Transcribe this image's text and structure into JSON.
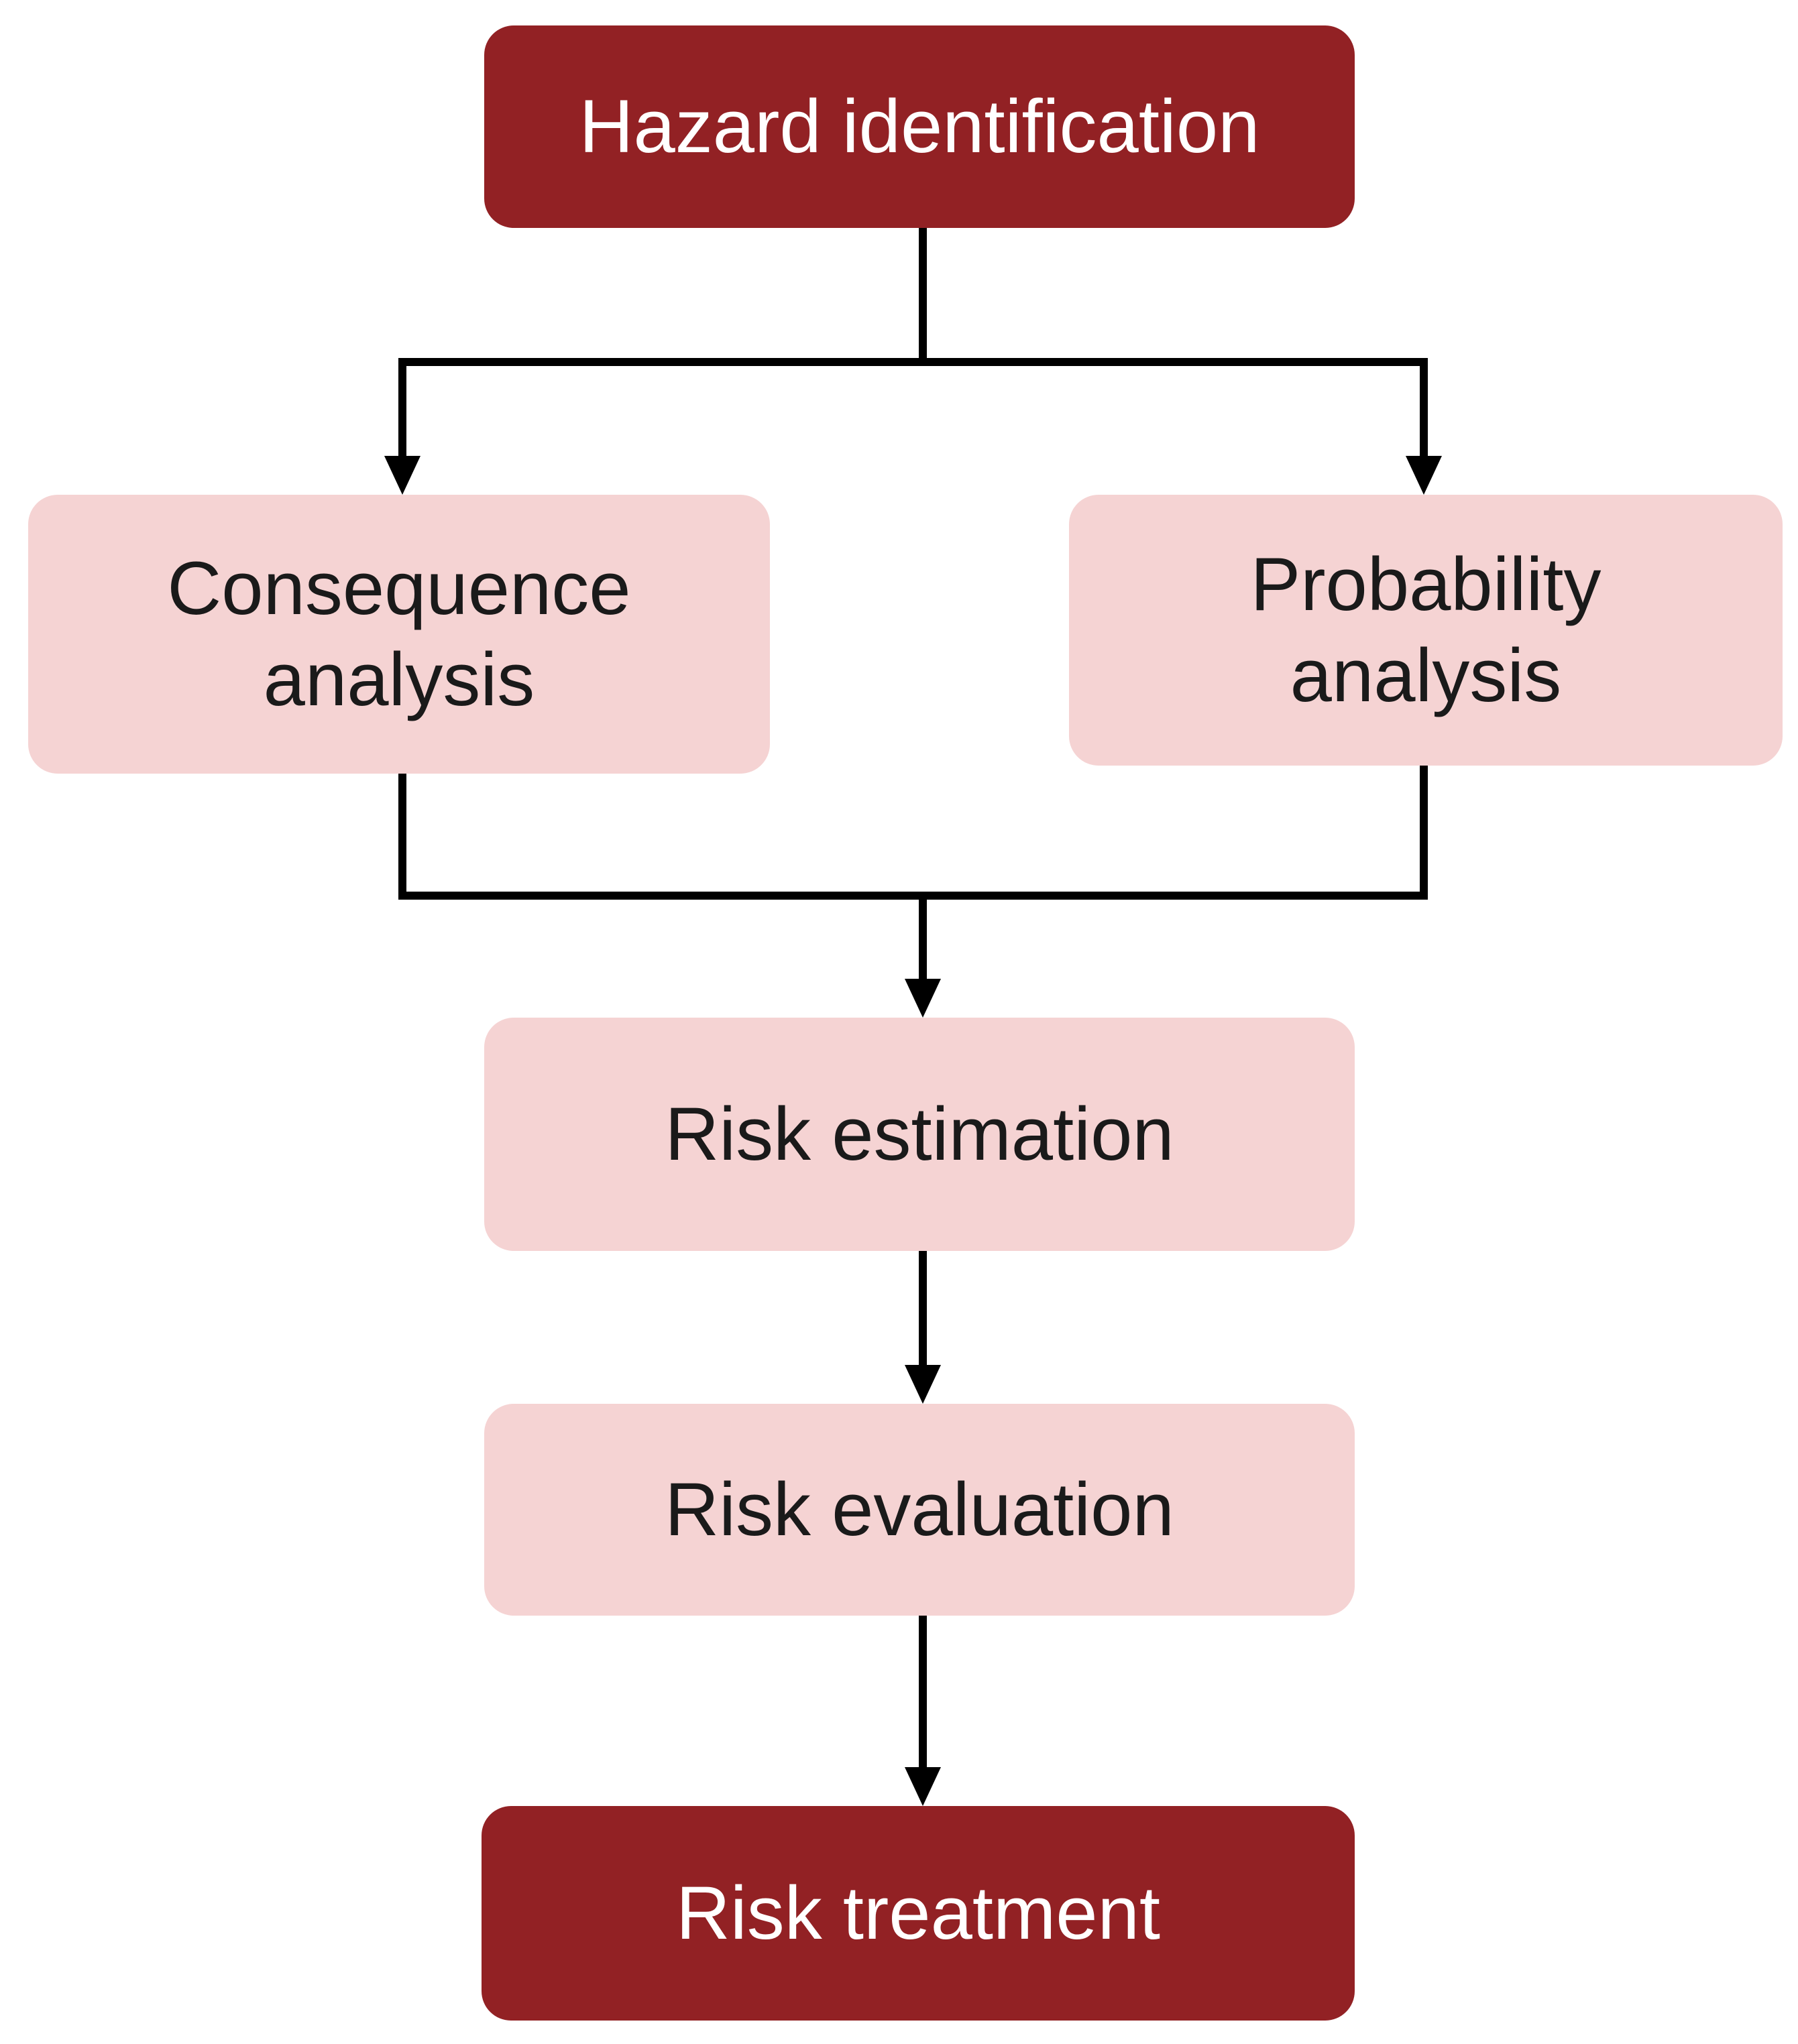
{
  "diagram": {
    "nodes": {
      "hazard": {
        "label": "Hazard identification"
      },
      "consequence": {
        "label_line1": "Consequence",
        "label_line2": "analysis"
      },
      "probability": {
        "label_line1": "Probability",
        "label_line2": "analysis"
      },
      "estimation": {
        "label": "Risk estimation"
      },
      "evaluation": {
        "label": "Risk evaluation"
      },
      "treatment": {
        "label": "Risk treatment"
      }
    },
    "edges": [
      {
        "from": "hazard",
        "to": "consequence"
      },
      {
        "from": "hazard",
        "to": "probability"
      },
      {
        "from": "consequence",
        "to": "estimation"
      },
      {
        "from": "probability",
        "to": "estimation"
      },
      {
        "from": "estimation",
        "to": "evaluation"
      },
      {
        "from": "evaluation",
        "to": "treatment"
      }
    ],
    "colors": {
      "dark_node": "#922124",
      "light_node": "#f5d3d3",
      "connector": "#000000"
    }
  }
}
